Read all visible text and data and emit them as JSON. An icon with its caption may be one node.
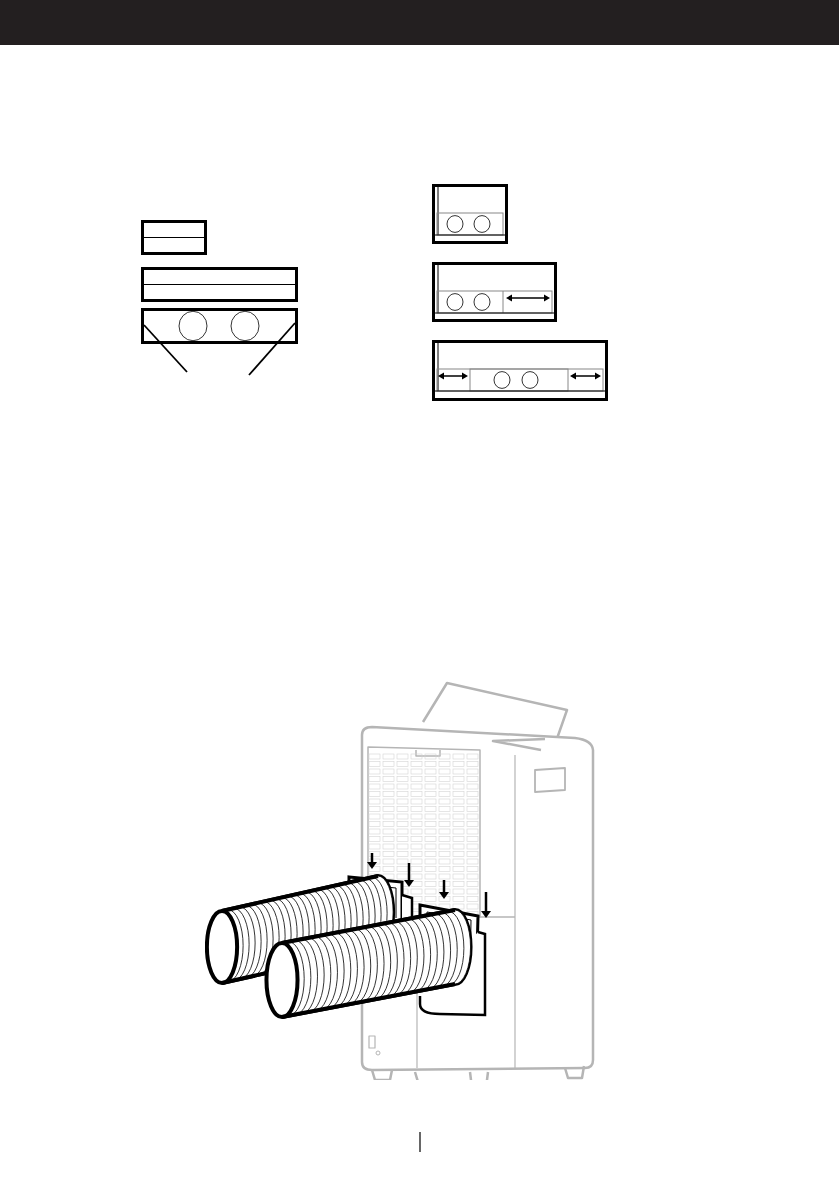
{
  "diagram": {
    "nodes": [
      {
        "text": [],
        "shape": "box"
      },
      {
        "text": [],
        "shape": "box"
      },
      {
        "text": [],
        "shape": "box"
      },
      {
        "text": [],
        "shape": "box"
      },
      {
        "text": [],
        "shape": "box"
      },
      {
        "text": [],
        "shape": "box"
      },
      {
        "text": [],
        "shape": "picture"
      }
    ],
    "edges": [
      {
        "from": null,
        "to": 2,
        "arrow": "none"
      },
      {
        "from": null,
        "to": 2,
        "arrow": "none"
      }
    ]
  }
}
